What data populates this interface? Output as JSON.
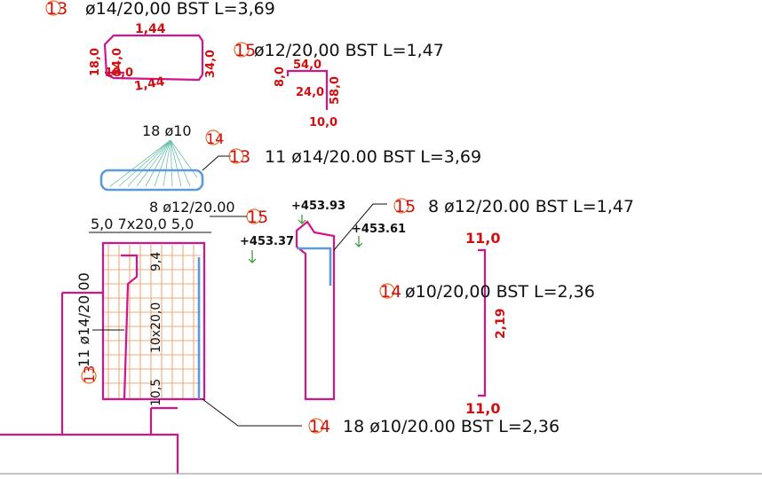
{
  "colors": {
    "bar_shape": "#d0148c",
    "rebar_section": "#5a9be0",
    "mesh": "#f0a878",
    "dimension_text": "#d01010",
    "label_text": "#111111",
    "elevation_marker": "#2a9a2a"
  },
  "bars": {
    "b13_top": {
      "mark": "13",
      "spec": "ø14/20,00 BST L=3,69"
    },
    "b15_top": {
      "mark": "15",
      "spec": "ø12/20,00 BST L=1,47"
    },
    "b13_mid": {
      "mark": "13",
      "spec": "11 ø14/20.00 BST L=3,69"
    },
    "b15_mid": {
      "mark": "15",
      "spec": "8 ø12/20.00 BST L=1,47"
    },
    "b14_mid": {
      "mark": "14",
      "spec": "ø10/20,00 BST L=2,36"
    },
    "b14_bot": {
      "mark": "14",
      "spec": "18 ø10/20.00 BST L=2,36"
    }
  },
  "shape13": {
    "top": "1,44",
    "bottom": "1,44",
    "left_a": "34,0",
    "left_b": "18,0",
    "left_c": "18,0",
    "right": "34,0"
  },
  "shape15": {
    "d1": "54,0",
    "d2": "8,0",
    "d3": "24,0",
    "d4": "58,0",
    "d5": "10,0"
  },
  "shape14": {
    "top": "11,0",
    "length": "2,19",
    "bottom": "11,0"
  },
  "section": {
    "bar14_group": "18 ø10",
    "bar14_mark": "14",
    "bar15_label": "8 ø12/20.00",
    "bar15_mark": "15",
    "spacing_dims": "5,0  7x20,0  5,0",
    "dim_9": "9,4",
    "dim_10x20": "10x20,0",
    "dim_10_5": "10,5",
    "vertical_label": "11 ø14/20.00",
    "vertical_mark": "13"
  },
  "elevations": [
    "+453.93",
    "+453.37",
    "+453.61"
  ]
}
